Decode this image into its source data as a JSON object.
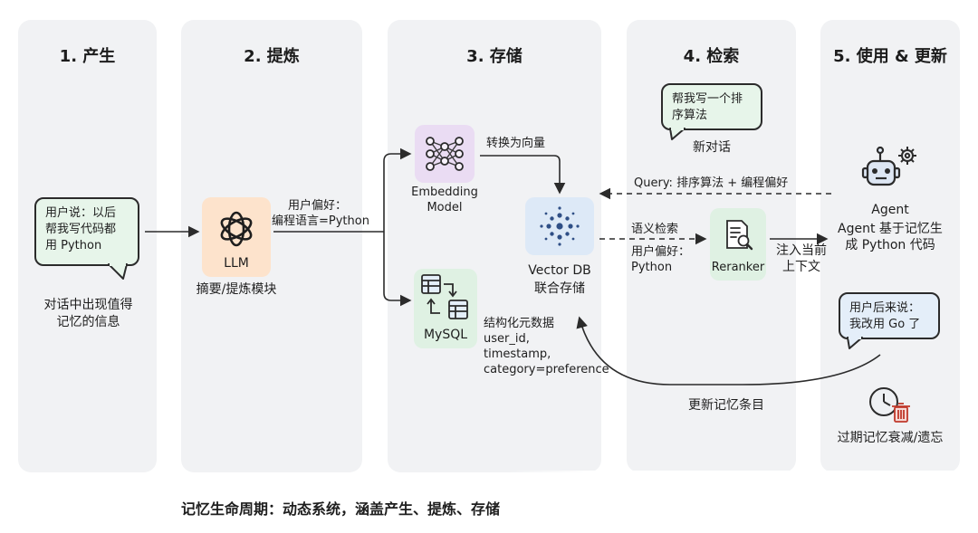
{
  "columns": [
    {
      "title": "1. 产生"
    },
    {
      "title": "2. 提炼"
    },
    {
      "title": "3. 存储"
    },
    {
      "title": "4. 检索"
    },
    {
      "title": "5. 使用 & 更新"
    }
  ],
  "generate": {
    "bubble_lines": [
      "用户说：以后",
      "帮我写代码都",
      "用 Python"
    ],
    "caption_lines": [
      "对话中出现值得",
      "记忆的信息"
    ]
  },
  "distill": {
    "node_label": "LLM",
    "caption": "摘要/提炼模块",
    "edge_label_lines": [
      "用户偏好：",
      "编程语言=Python"
    ]
  },
  "store": {
    "embedding_label_lines": [
      "Embedding",
      "Model"
    ],
    "embedding_edge_label": "转换为向量",
    "vectordb_label": "Vector DB",
    "vectordb_caption": "联合存储",
    "mysql_label": "MySQL",
    "mysql_meta_lines": [
      "结构化元数据",
      "user_id,",
      "timestamp,",
      "category=preference"
    ]
  },
  "retrieve": {
    "bubble_lines": [
      "帮我写一个排",
      "序算法"
    ],
    "bubble_caption": "新对话",
    "query_label": "Query: 排序算法 + 编程偏好",
    "semantic_label": "语义检索",
    "pref_label_lines": [
      "用户偏好：",
      "Python"
    ],
    "reranker_label": "Reranker",
    "inject_label_lines": [
      "注入当前",
      "上下文"
    ]
  },
  "use": {
    "agent_label": "Agent",
    "agent_caption_lines": [
      "Agent 基于记忆生",
      "成 Python 代码"
    ],
    "update_bubble_lines": [
      "用户后来说：",
      "我改用 Go 了"
    ],
    "update_label": "更新记忆条目",
    "decay_label": "过期记忆衰减/遗忘"
  },
  "footer": "记忆生命周期：动态系统，涵盖产生、提炼、存储",
  "colors": {
    "column_bg": "#f1f2f4",
    "bubble_green": "#e7f5ea",
    "bubble_blue": "#e4eef9",
    "llm_orange": "#fde3cc",
    "embedding_purple": "#eadcf3",
    "vectordb_blue": "#dde9f7",
    "mysql_green": "#dff1e3",
    "reranker_green": "#dff1e3"
  }
}
